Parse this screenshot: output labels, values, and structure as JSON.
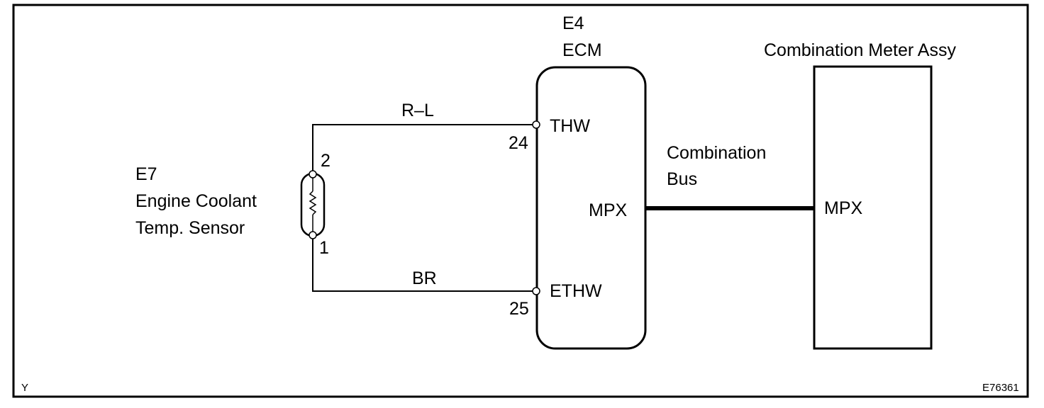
{
  "sensor": {
    "code": "E7",
    "name_line1": "Engine Coolant",
    "name_line2": "Temp. Sensor",
    "pin_top": "2",
    "pin_bottom": "1"
  },
  "ecm": {
    "code": "E4",
    "name": "ECM",
    "terminals": {
      "thw": "THW",
      "ethw": "ETHW",
      "mpx": "MPX"
    },
    "pins": {
      "thw": "24",
      "ethw": "25"
    }
  },
  "wires": {
    "top": "R–L",
    "bottom": "BR"
  },
  "bus": {
    "label_line1": "Combination",
    "label_line2": "Bus"
  },
  "meter": {
    "name": "Combination Meter Assy",
    "terminal": "MPX"
  },
  "footer": {
    "left_code": "Y",
    "figure_id": "E76361"
  }
}
